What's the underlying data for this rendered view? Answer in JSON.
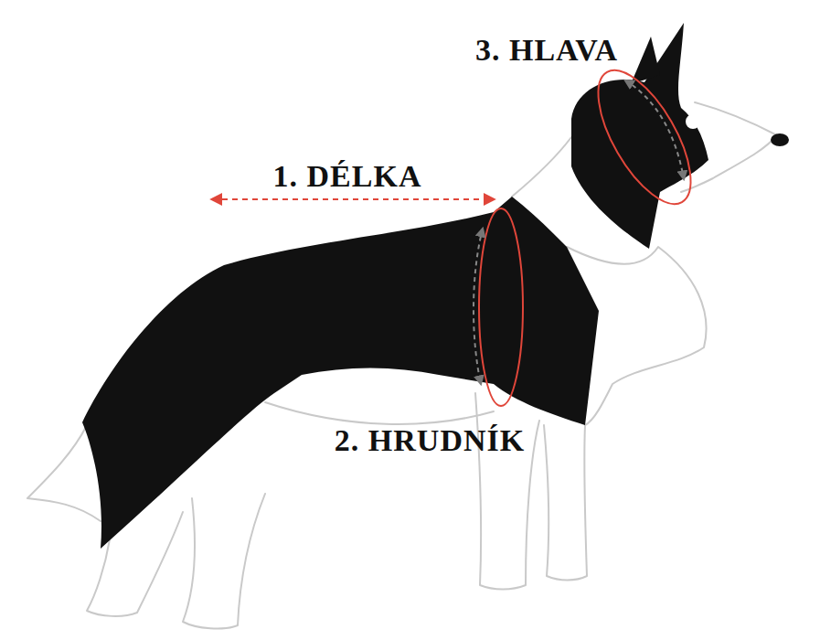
{
  "diagram": {
    "labels": [
      "1. DÉLKA",
      "2. HRUDNÍK",
      "3. HLAVA"
    ]
  }
}
